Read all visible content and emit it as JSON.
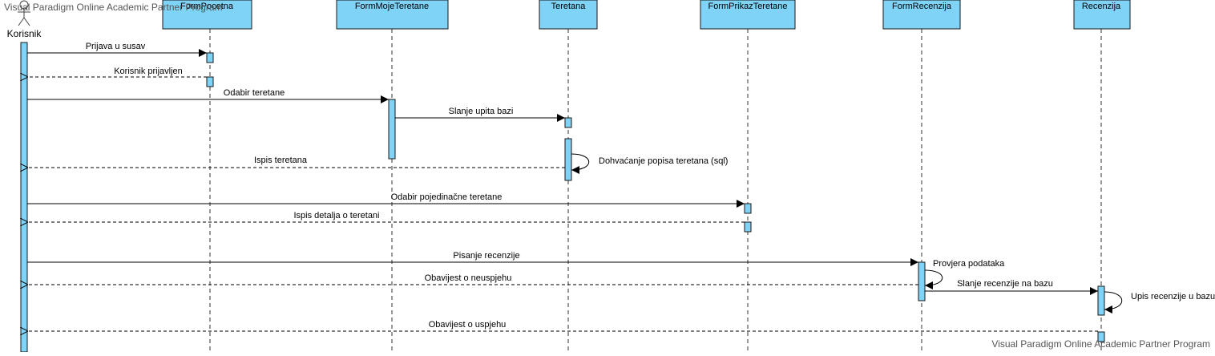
{
  "watermark": "Visual Paradigm Online Academic Partner Program",
  "actor": {
    "name": "Korisnik",
    "icon": "stick-figure-actor-icon"
  },
  "lifelines": [
    {
      "id": "formpocetna",
      "name": "FormPocetna"
    },
    {
      "id": "formmojeteretane",
      "name": "FormMojeTeretane"
    },
    {
      "id": "teretana",
      "name": "Teretana"
    },
    {
      "id": "formprikazteretane",
      "name": "FormPrikazTeretane"
    },
    {
      "id": "formrecenzija",
      "name": "FormRecenzija"
    },
    {
      "id": "recenzija",
      "name": "Recenzija"
    }
  ],
  "messages": [
    {
      "from": "Korisnik",
      "to": "FormPocetna",
      "label": "Prijava u susav",
      "kind": "call"
    },
    {
      "from": "FormPocetna",
      "to": "Korisnik",
      "label": "Korisnik prijavljen",
      "kind": "return"
    },
    {
      "from": "Korisnik",
      "to": "FormMojeTeretane",
      "label": "Odabir teretane",
      "kind": "call"
    },
    {
      "from": "FormMojeTeretane",
      "to": "Teretana",
      "label": "Slanje upita bazi",
      "kind": "call"
    },
    {
      "from": "Teretana",
      "to": "Teretana",
      "label": "Dohvaćanje popisa teretana (sql)",
      "kind": "self"
    },
    {
      "from": "Teretana",
      "to": "Korisnik",
      "label": "Ispis teretana",
      "kind": "return"
    },
    {
      "from": "Korisnik",
      "to": "FormPrikazTeretane",
      "label": "Odabir pojedinačne teretane",
      "kind": "call"
    },
    {
      "from": "FormPrikazTeretane",
      "to": "Korisnik",
      "label": "Ispis detalja o teretani",
      "kind": "return"
    },
    {
      "from": "Korisnik",
      "to": "FormRecenzija",
      "label": "Pisanje recenzije",
      "kind": "call"
    },
    {
      "from": "FormRecenzija",
      "to": "FormRecenzija",
      "label": "Provjera podataka",
      "kind": "self"
    },
    {
      "from": "FormRecenzija",
      "to": "Korisnik",
      "label": "Obavijest o neuspjehu",
      "kind": "return"
    },
    {
      "from": "FormRecenzija",
      "to": "Recenzija",
      "label": "Slanje recenzije na bazu",
      "kind": "call"
    },
    {
      "from": "Recenzija",
      "to": "Recenzija",
      "label": "Upis recenzije u bazu",
      "kind": "self"
    },
    {
      "from": "Recenzija",
      "to": "Korisnik",
      "label": "Obavijest o uspjehu",
      "kind": "return"
    }
  ],
  "colors": {
    "box_fill": "#7fd3f7",
    "line": "#000000"
  }
}
